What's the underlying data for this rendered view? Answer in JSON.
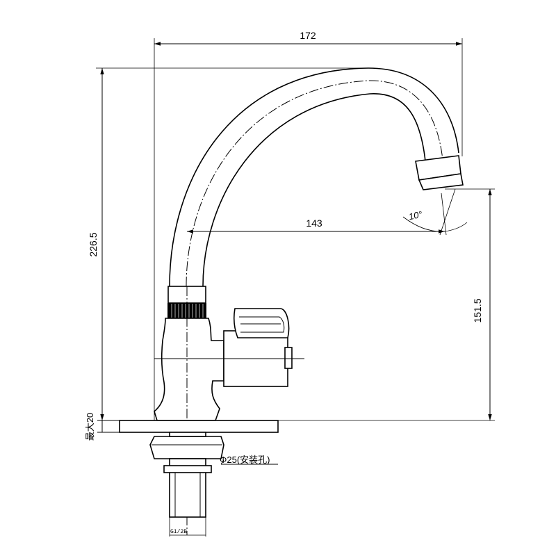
{
  "dimensions": {
    "width_total": "172",
    "height_total": "226.5",
    "reach": "143",
    "spout_height": "151.5",
    "max_thickness": "最大20",
    "hole_diameter": "Φ25(安装孔)",
    "thread": "G1/2B",
    "angle": "10°"
  },
  "colors": {
    "line": "#000000",
    "background": "#ffffff"
  }
}
